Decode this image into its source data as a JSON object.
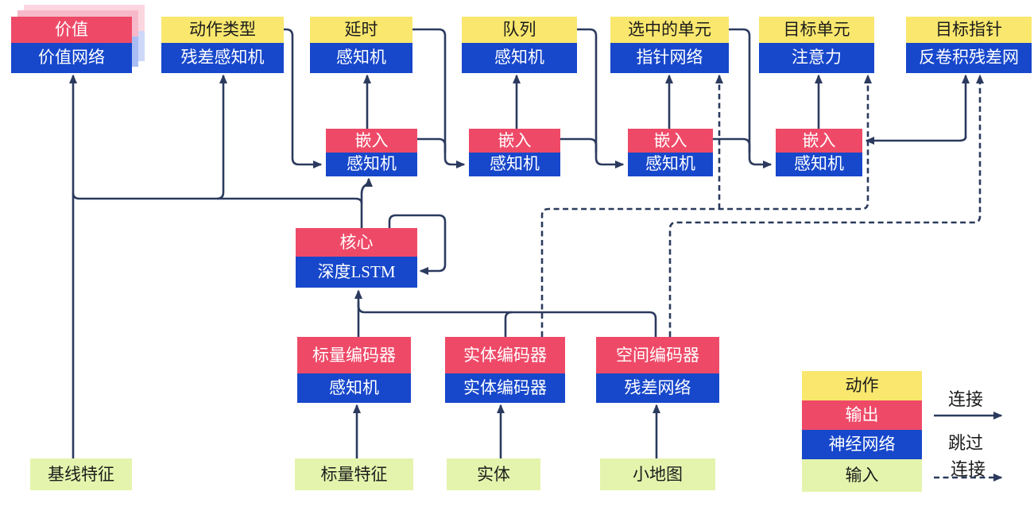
{
  "palette": {
    "action_yellow": "#f9e76e",
    "output_red": "#ee4a68",
    "network_blue": "#1747cb",
    "input_green": "#e4f4ad",
    "connector_navy": "#2b3a5e"
  },
  "heads": [
    {
      "top": "价值",
      "bottom": "价值网络"
    },
    {
      "top": "动作类型",
      "bottom": "残差感知机"
    },
    {
      "top": "延时",
      "bottom": "感知机"
    },
    {
      "top": "队列",
      "bottom": "感知机"
    },
    {
      "top": "选中的单元",
      "bottom": "指针网络"
    },
    {
      "top": "目标单元",
      "bottom": "注意力"
    },
    {
      "top": "目标指针",
      "bottom": "反卷积残差网"
    }
  ],
  "embeddings": [
    {
      "top": "嵌入",
      "bottom": "感知机"
    },
    {
      "top": "嵌入",
      "bottom": "感知机"
    },
    {
      "top": "嵌入",
      "bottom": "感知机"
    },
    {
      "top": "嵌入",
      "bottom": "感知机"
    }
  ],
  "core": {
    "top": "核心",
    "bottom": "深度LSTM"
  },
  "encoders": [
    {
      "top": "标量编码器",
      "bottom": "感知机"
    },
    {
      "top": "实体编码器",
      "bottom": "实体编码器"
    },
    {
      "top": "空间编码器",
      "bottom": "残差网络"
    }
  ],
  "inputs": [
    "基线特征",
    "标量特征",
    "实体",
    "小地图"
  ],
  "legend": {
    "rows": [
      {
        "label": "动作"
      },
      {
        "label": "输出"
      },
      {
        "label": "神经网络"
      },
      {
        "label": "输入"
      }
    ],
    "connection": "连接",
    "skip_line1": "跳过",
    "skip_line2": "连接"
  }
}
